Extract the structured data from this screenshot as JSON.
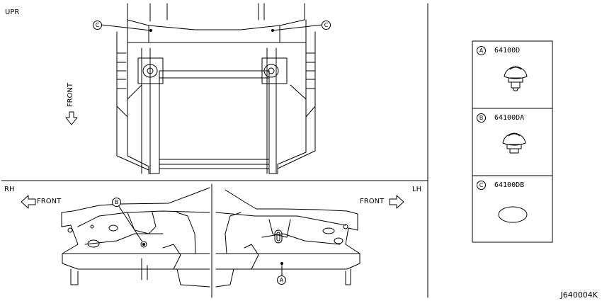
{
  "views": {
    "upper": {
      "label": "UPR",
      "front_label": "FRONT",
      "callout_left": "C",
      "callout_right": "C"
    },
    "rh": {
      "label": "RH",
      "front_label": "FRONT",
      "callout": "B"
    },
    "lh": {
      "label": "LH",
      "front_label": "FRONT",
      "callout": "A"
    }
  },
  "legend": {
    "items": [
      {
        "letter": "A",
        "part_number": "64100D"
      },
      {
        "letter": "B",
        "part_number": "64100DA"
      },
      {
        "letter": "C",
        "part_number": "64100DB"
      }
    ]
  },
  "drawing_number": "J640004K"
}
